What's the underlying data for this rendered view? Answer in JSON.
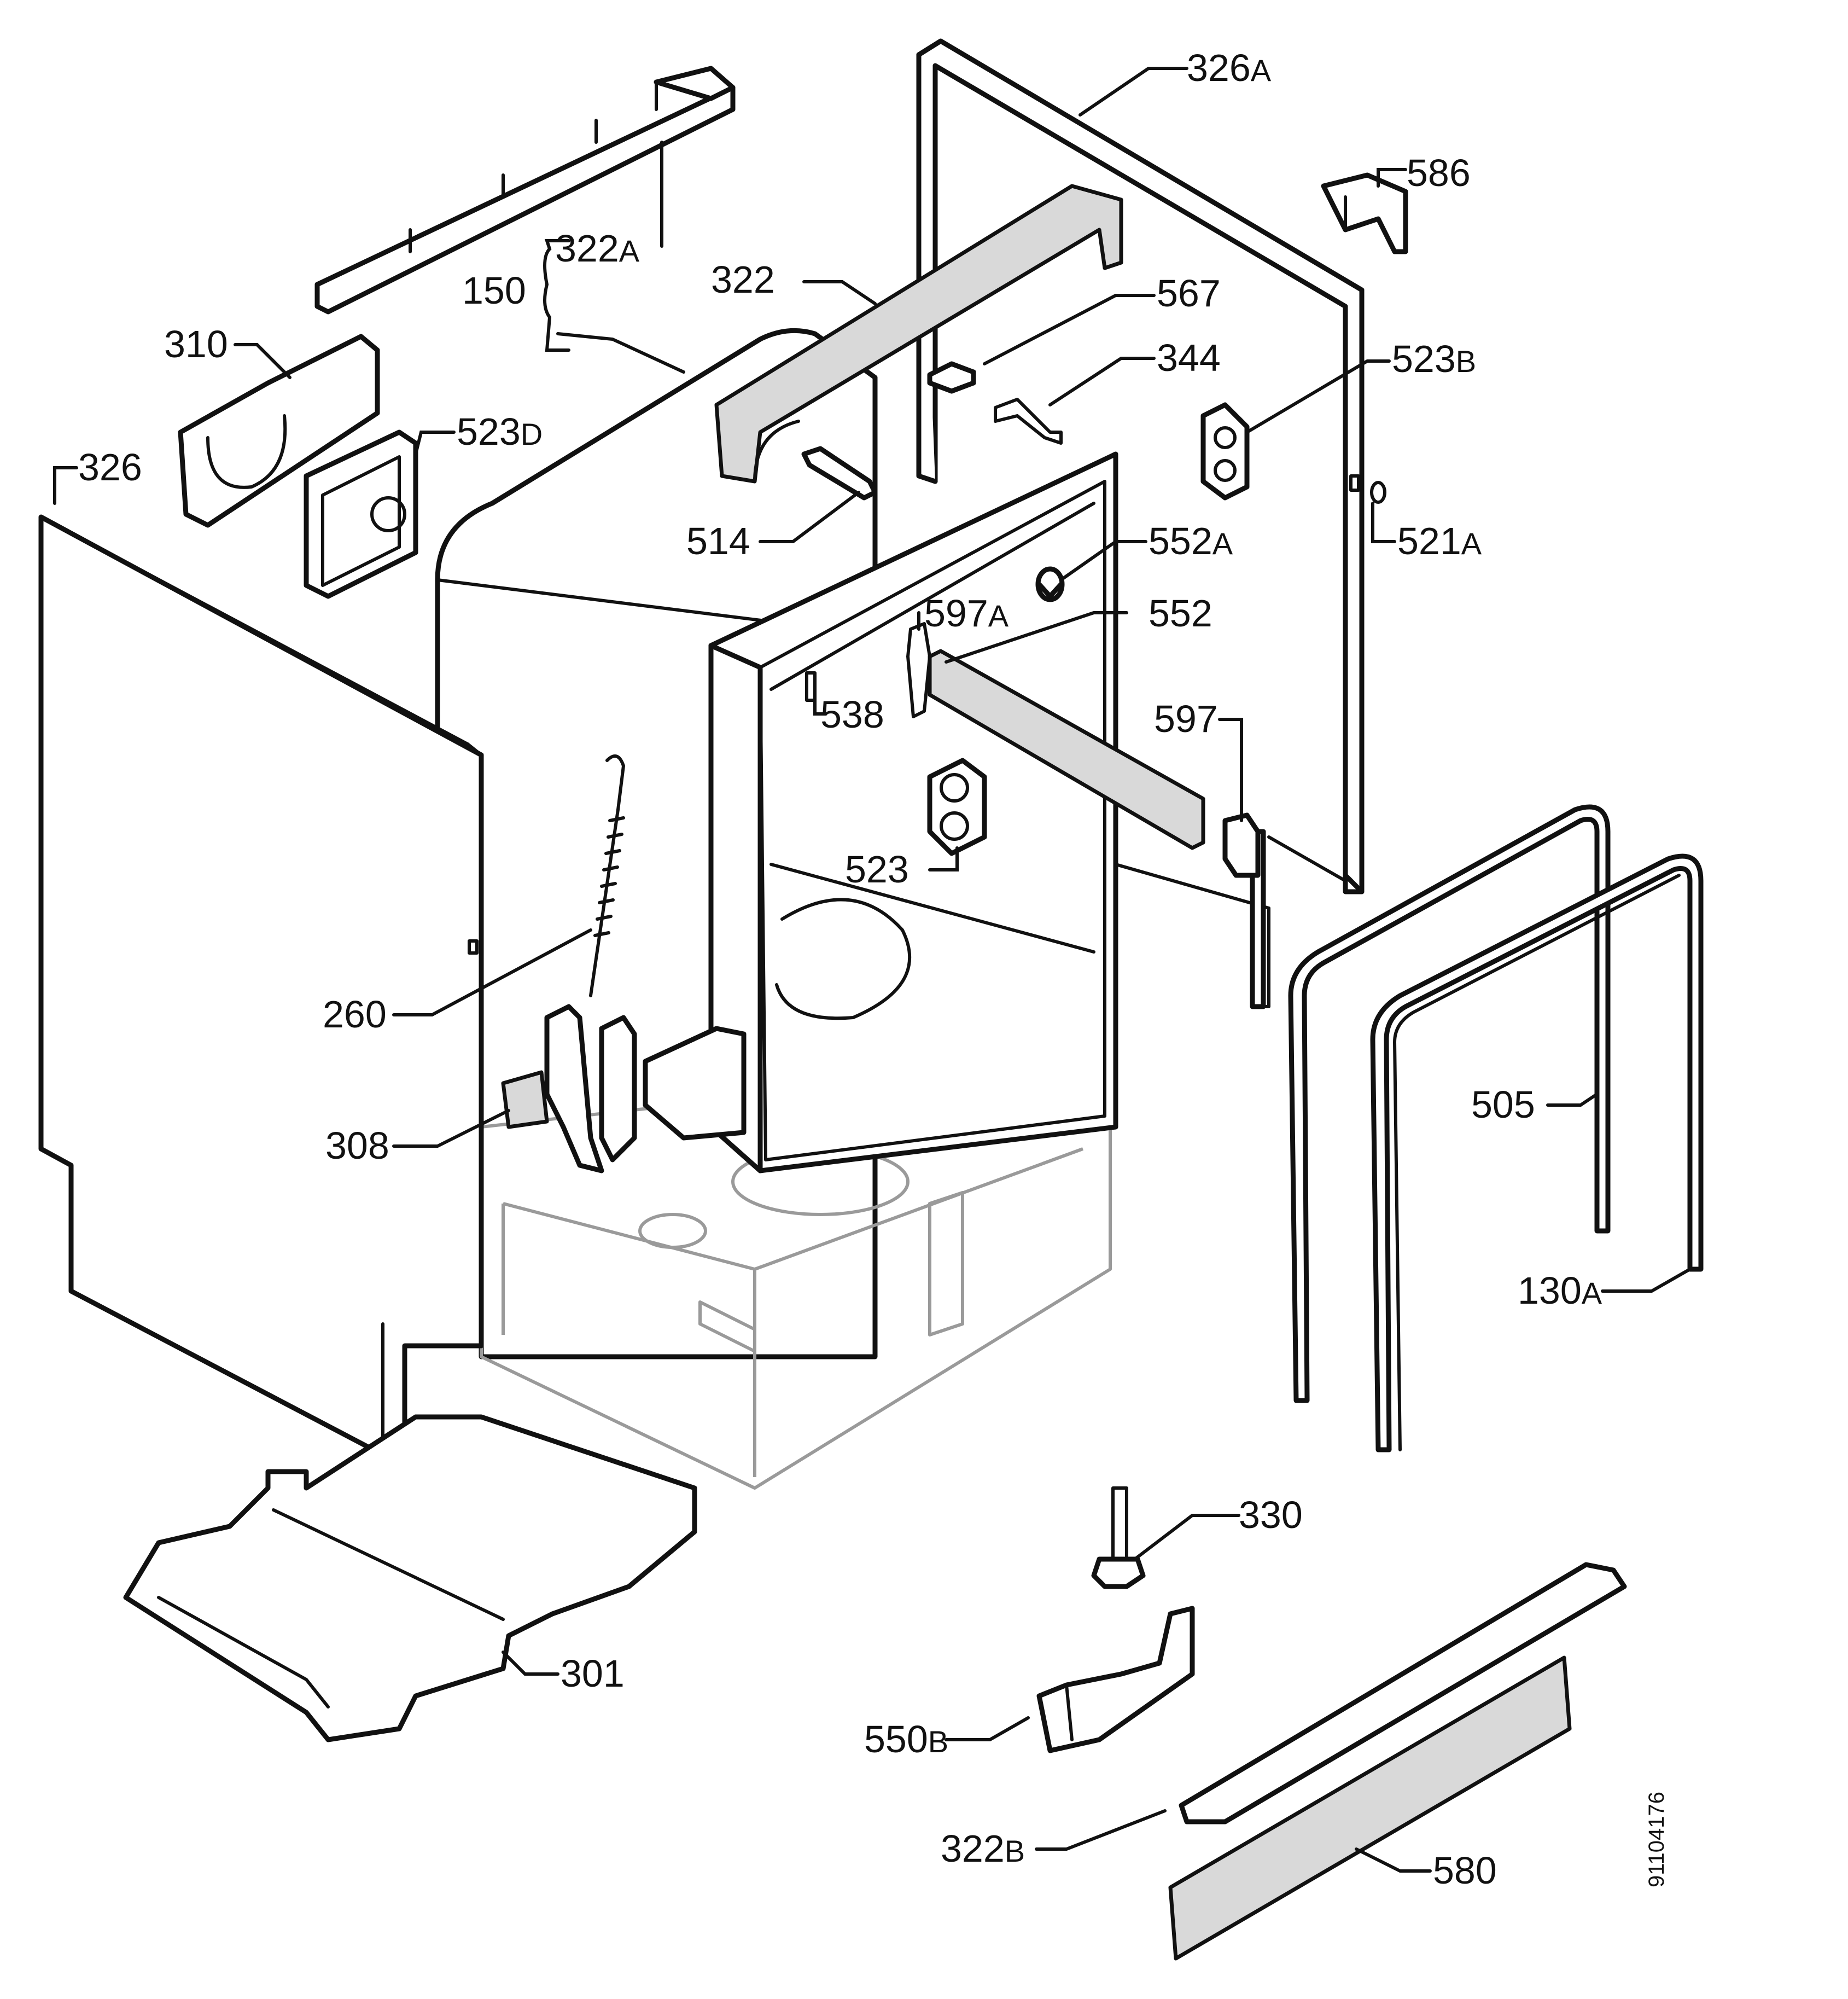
{
  "diagram": {
    "callouts": [
      {
        "id": "c-326A",
        "number": "326",
        "suffix": "A"
      },
      {
        "id": "c-586",
        "number": "586",
        "suffix": ""
      },
      {
        "id": "c-322A",
        "number": "322",
        "suffix": "A"
      },
      {
        "id": "c-150",
        "number": "150",
        "suffix": ""
      },
      {
        "id": "c-322",
        "number": "322",
        "suffix": ""
      },
      {
        "id": "c-567",
        "number": "567",
        "suffix": ""
      },
      {
        "id": "c-344",
        "number": "344",
        "suffix": ""
      },
      {
        "id": "c-523B",
        "number": "523",
        "suffix": "B"
      },
      {
        "id": "c-310",
        "number": "310",
        "suffix": ""
      },
      {
        "id": "c-523D",
        "number": "523",
        "suffix": "D"
      },
      {
        "id": "c-326",
        "number": "326",
        "suffix": ""
      },
      {
        "id": "c-514",
        "number": "514",
        "suffix": ""
      },
      {
        "id": "c-552A",
        "number": "552",
        "suffix": "A"
      },
      {
        "id": "c-521A",
        "number": "521",
        "suffix": "A"
      },
      {
        "id": "c-597A",
        "number": "597",
        "suffix": "A"
      },
      {
        "id": "c-552",
        "number": "552",
        "suffix": ""
      },
      {
        "id": "c-538",
        "number": "538",
        "suffix": ""
      },
      {
        "id": "c-597",
        "number": "597",
        "suffix": ""
      },
      {
        "id": "c-523",
        "number": "523",
        "suffix": ""
      },
      {
        "id": "c-260",
        "number": "260",
        "suffix": ""
      },
      {
        "id": "c-505",
        "number": "505",
        "suffix": ""
      },
      {
        "id": "c-308",
        "number": "308",
        "suffix": ""
      },
      {
        "id": "c-130A",
        "number": "130",
        "suffix": "A"
      },
      {
        "id": "c-330",
        "number": "330",
        "suffix": ""
      },
      {
        "id": "c-301",
        "number": "301",
        "suffix": ""
      },
      {
        "id": "c-550B",
        "number": "550",
        "suffix": "B"
      },
      {
        "id": "c-322B",
        "number": "322",
        "suffix": "B"
      },
      {
        "id": "c-580",
        "number": "580",
        "suffix": ""
      }
    ],
    "document_number": "91104176"
  }
}
